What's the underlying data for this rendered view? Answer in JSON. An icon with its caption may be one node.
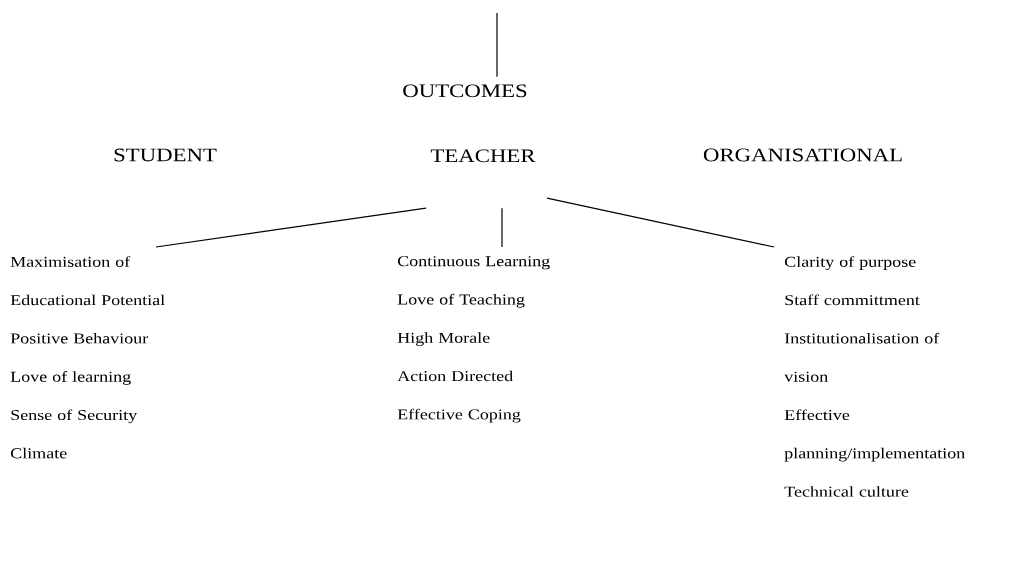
{
  "diagram": {
    "nodes": [
      {
        "text": [
          "OUTCOMES"
        ]
      },
      {
        "text": [
          "TEACHER"
        ]
      },
      {
        "text": [
          "Maximisation of Educational Potential",
          "Positive Behaviour",
          "Love of learning",
          "Sense of Security",
          "Climate"
        ]
      },
      {
        "text": [
          "Continuous Learning",
          "Love of Teaching",
          "High Morale",
          "Action Directed",
          "Effective Coping"
        ]
      },
      {
        "text": [
          "Clarity of purpose",
          "Staff committment",
          "Institutionalisation of vision",
          "Effective planning/implementation",
          "Technical culture"
        ]
      }
    ],
    "edges": [
      {
        "from": null,
        "to": 0,
        "arrow": "none"
      },
      {
        "from": 1,
        "to": 2,
        "arrow": "none"
      },
      {
        "from": 1,
        "to": 3,
        "arrow": "none"
      },
      {
        "from": 1,
        "to": 4,
        "arrow": "none"
      }
    ],
    "labels": [
      "STUDENT",
      "ORGANISATIONAL"
    ]
  }
}
